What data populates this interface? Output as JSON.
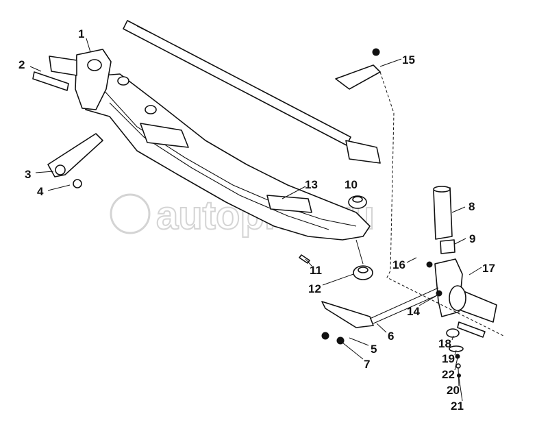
{
  "watermark": "autopiter.ru",
  "callouts": [
    "1",
    "2",
    "3",
    "4",
    "5",
    "6",
    "7",
    "8",
    "9",
    "10",
    "11",
    "12",
    "13",
    "14",
    "15",
    "16",
    "17",
    "18",
    "19",
    "20",
    "21",
    "22"
  ]
}
